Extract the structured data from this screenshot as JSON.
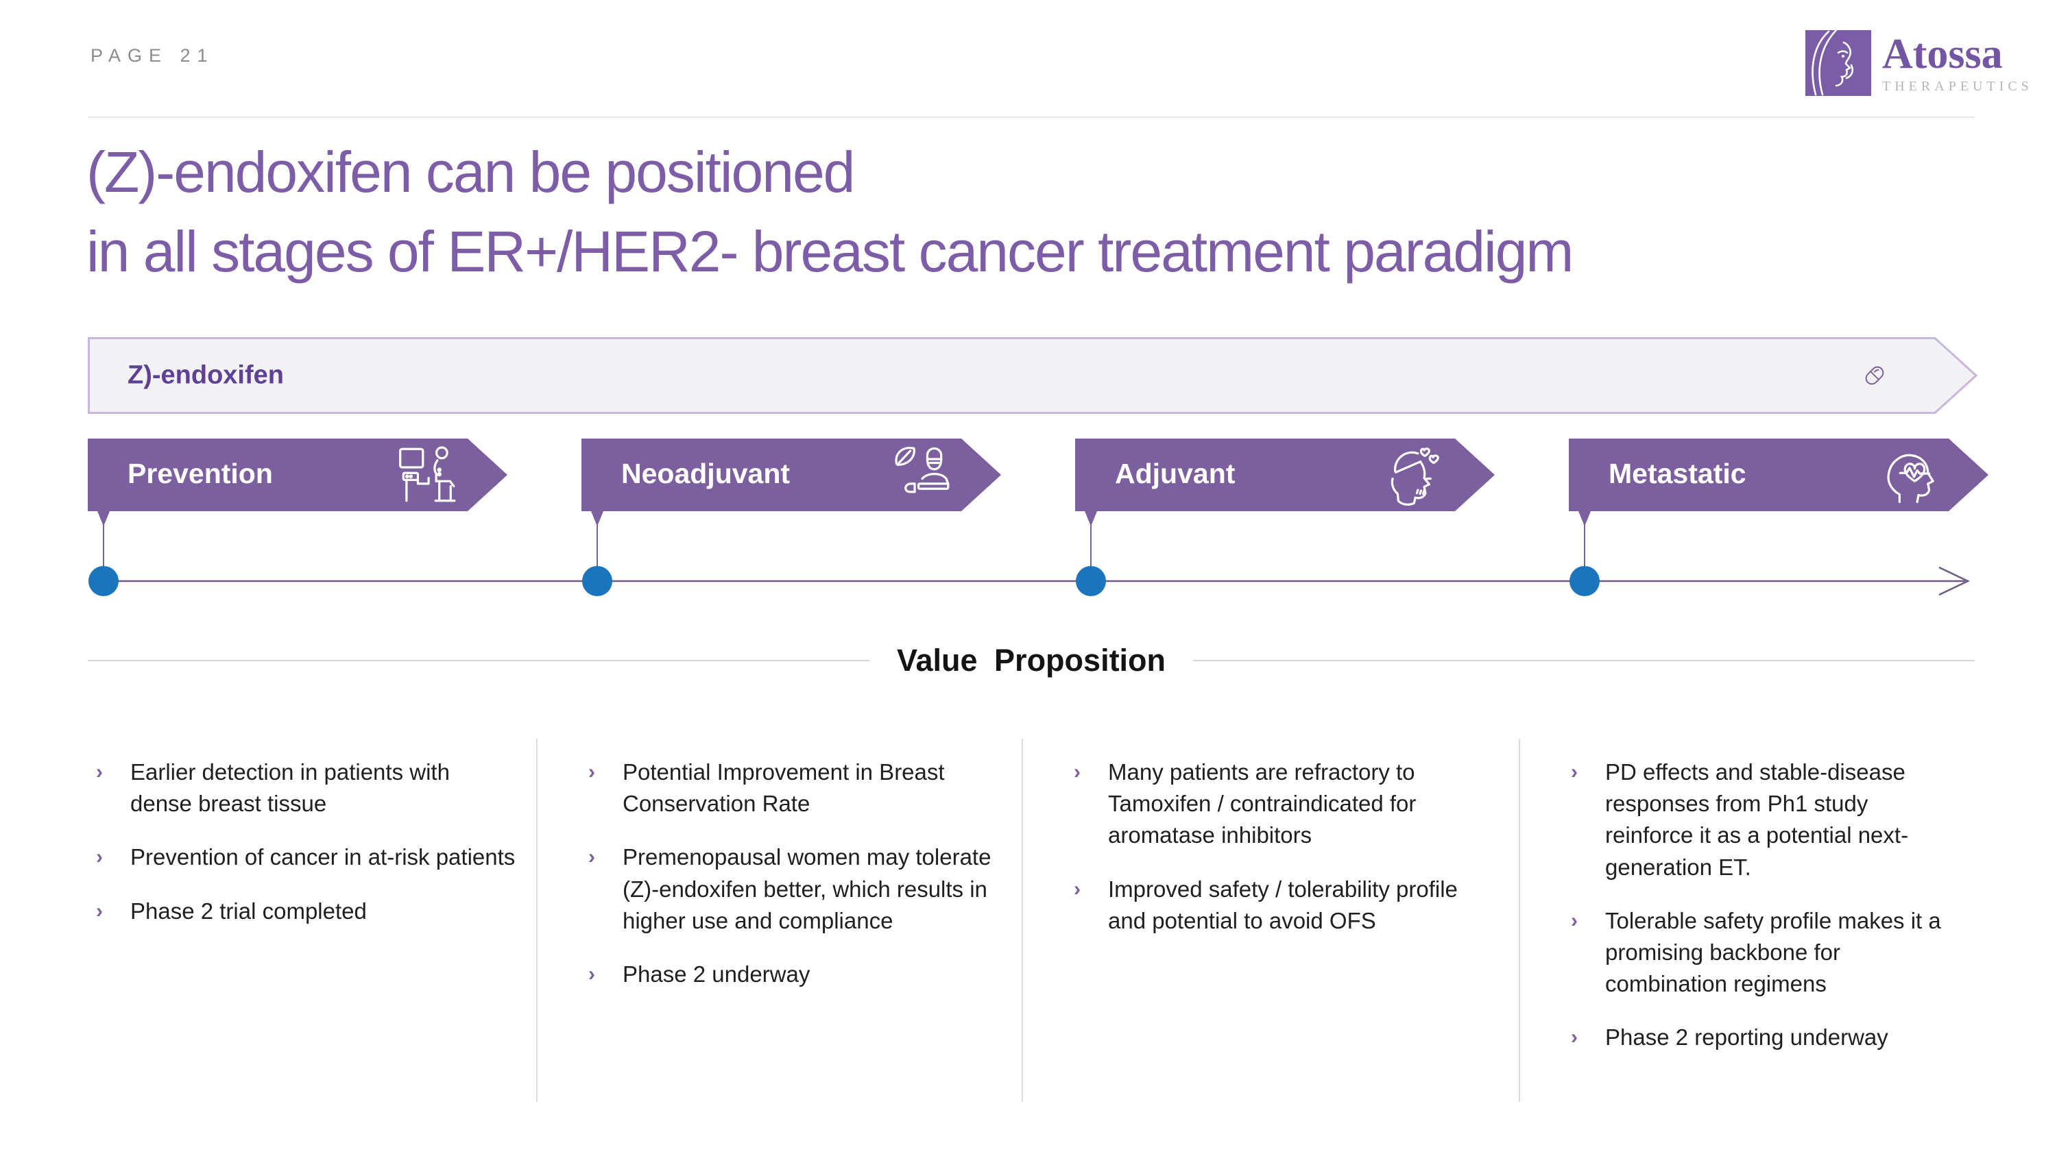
{
  "slide": {
    "page_label": "PAGE 21",
    "title_line1": "(Z)-endoxifen can be positioned",
    "title_line2": "in all stages of ER+/HER2- breast cancer treatment paradigm"
  },
  "logo": {
    "brand": "Atossa",
    "subbrand": "THERAPEUTICS",
    "mark": "woman-profile-icon"
  },
  "drug_banner": {
    "label": "Z)-endoxifen",
    "icon": "pill-icon"
  },
  "stages": [
    {
      "label": "Prevention",
      "icon": "mammography-screening-icon"
    },
    {
      "label": "Neoadjuvant",
      "icon": "surgery-icon"
    },
    {
      "label": "Adjuvant",
      "icon": "head-hearts-icon"
    },
    {
      "label": "Metastatic",
      "icon": "head-heart-pulse-icon"
    }
  ],
  "timeline": {
    "milestone_count": 4
  },
  "value_proposition": {
    "heading": "Value Proposition",
    "bullet_marker": "›",
    "columns": [
      {
        "stage": "Prevention",
        "bullets": [
          "Earlier detection in patients with dense breast tissue",
          "Prevention of cancer in at-risk patients",
          "Phase 2 trial completed"
        ]
      },
      {
        "stage": "Neoadjuvant",
        "bullets": [
          "Potential Improvement in Breast Conservation Rate",
          "Premenopausal women may tolerate (Z)-endoxifen better, which results in higher use and compliance",
          "Phase 2 underway"
        ]
      },
      {
        "stage": "Adjuvant",
        "bullets": [
          "Many patients are refractory to Tamoxifen / contraindicated for aromatase inhibitors",
          "Improved safety / tolerability profile and potential to avoid OFS"
        ]
      },
      {
        "stage": "Metastatic",
        "bullets": [
          "PD effects and stable-disease responses from Ph1 study reinforce it as a potential next-generation ET.",
          "Tolerable safety profile makes it a promising backbone for combination regimens",
          "Phase 2 reporting underway"
        ]
      }
    ]
  },
  "colors": {
    "stage_purple": "#7C5F9E",
    "title_purple": "#7D5CA8",
    "banner_label_purple": "#5E4096",
    "banner_fill": "#F2F2F4",
    "banner_border": "#C8B6DE",
    "dot_blue": "#1B75BC",
    "timeline_line": "#6E5A85"
  }
}
